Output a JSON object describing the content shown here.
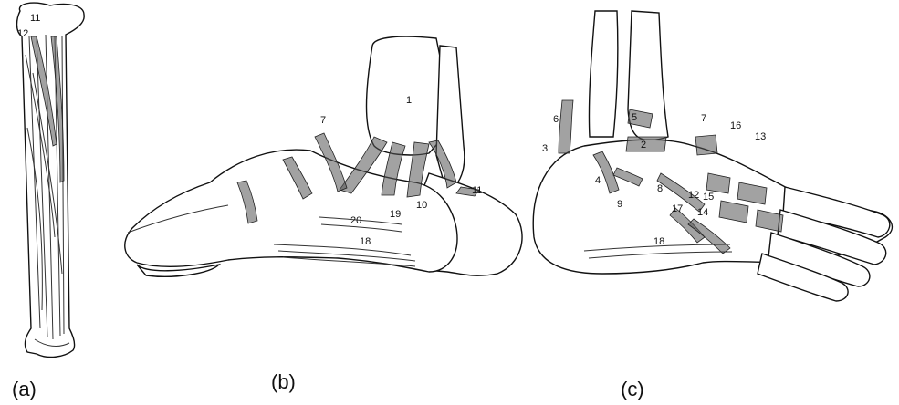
{
  "panels": [
    {
      "id": "a",
      "label": "(a)",
      "numbers": [
        "11",
        "12"
      ]
    },
    {
      "id": "b",
      "label": "(b)",
      "numbers": [
        "1",
        "7",
        "11",
        "10",
        "19",
        "20",
        "18"
      ]
    },
    {
      "id": "c",
      "label": "(c)",
      "numbers": [
        "6",
        "3",
        "5",
        "2",
        "4",
        "7",
        "16",
        "13",
        "8",
        "12",
        "15",
        "9",
        "17",
        "14",
        "18"
      ]
    }
  ]
}
